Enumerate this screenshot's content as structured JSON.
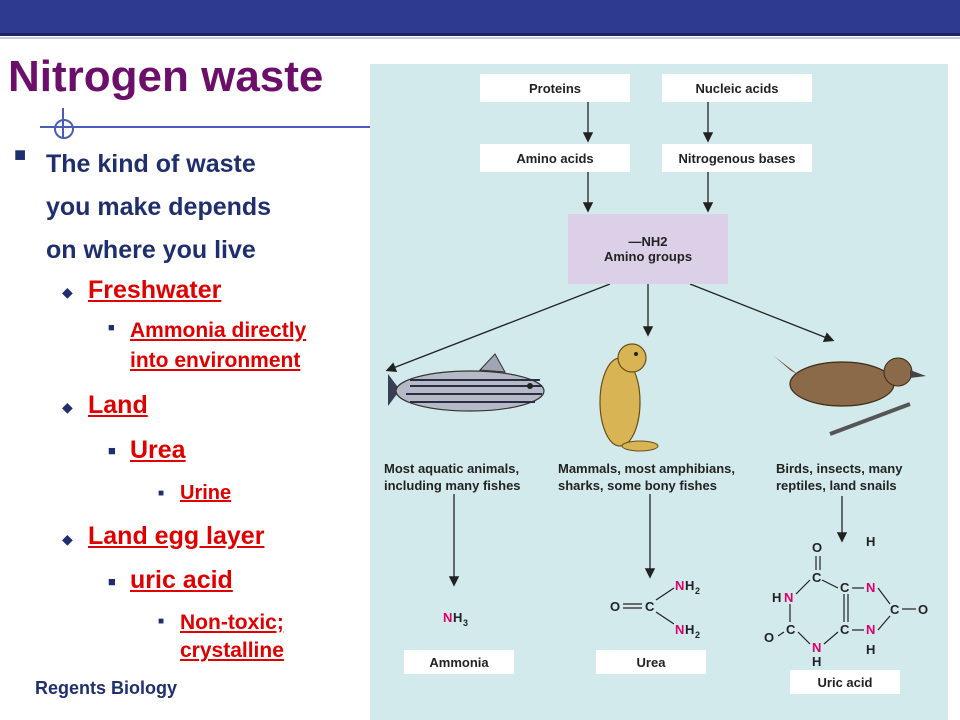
{
  "slide": {
    "title": "Nitrogen waste",
    "footer": "Regents Biology",
    "bullets": {
      "main": [
        "The kind of waste",
        "you make depends",
        "on where you live"
      ],
      "freshwater": "Freshwater",
      "freshwater_sub": [
        "Ammonia directly",
        "into environment"
      ],
      "land": "Land",
      "urea": "Urea",
      "urine": "Urine",
      "land_egg": "Land egg layer",
      "uric_acid": "uric acid",
      "uric_sub": [
        "Non-toxic;",
        "crystalline"
      ]
    }
  },
  "diagram": {
    "proteins": "Proteins",
    "nucleic_acids": "Nucleic acids",
    "amino_acids": "Amino acids",
    "nitrogenous_bases": "Nitrogenous bases",
    "nh2": "—NH2",
    "amino_groups": "Amino groups",
    "aquatic": [
      "Most aquatic animals,",
      "including many fishes"
    ],
    "mammals": [
      "Mammals, most amphibians,",
      "sharks, some bony fishes"
    ],
    "birds": [
      "Birds, insects, many",
      "reptiles, land snails"
    ],
    "ammonia": "Ammonia",
    "urea": "Urea",
    "uric_acid": "Uric acid",
    "nh3": "NH3"
  }
}
